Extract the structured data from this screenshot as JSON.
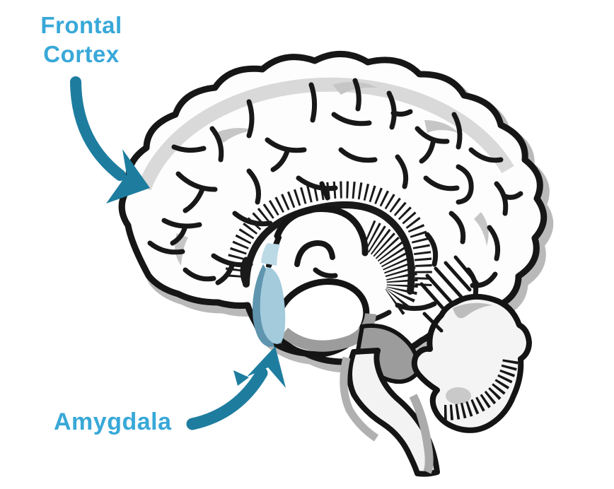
{
  "labels": {
    "frontal_cortex": {
      "line1": "Frontal",
      "line2": "Cortex"
    },
    "amygdala": {
      "text": "Amygdala"
    }
  },
  "colors": {
    "label_text": "#38a8d8",
    "arrow_teal": "#1e7d9f",
    "amygdala_highlight": "#a3cbdc",
    "amygdala_highlight_shadow": "#5f95af",
    "amygdala_stalk": "#bcd9e6",
    "ink_outline": "#161616",
    "shading_gray": "#b9b9b9",
    "background": "#ffffff"
  }
}
